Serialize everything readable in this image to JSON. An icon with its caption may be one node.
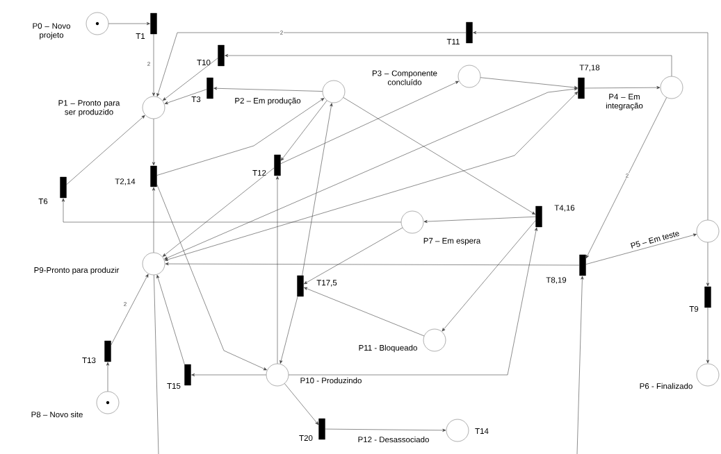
{
  "diagram": {
    "nodes": [
      {
        "text": [],
        "shape": "token",
        "beside": [
          "P0 – Novo projeto"
        ]
      },
      {
        "text": [],
        "shape": "bar",
        "beside": [
          "T1"
        ]
      },
      {
        "text": [],
        "shape": "bar",
        "beside": [
          "T11"
        ]
      },
      {
        "text": [],
        "shape": "bar",
        "beside": [
          "T10"
        ]
      },
      {
        "text": [],
        "shape": "circle",
        "beside": [
          "P3 – Componente concluído"
        ]
      },
      {
        "text": [],
        "shape": "circle",
        "beside": [
          "P4 – Em integração"
        ]
      },
      {
        "text": [],
        "shape": "bar",
        "beside": [
          "T3"
        ]
      },
      {
        "text": [],
        "shape": "bar",
        "beside": [
          "T7,18"
        ]
      },
      {
        "text": [],
        "shape": "circle",
        "beside": [
          "P2 – Em produção"
        ]
      },
      {
        "text": [],
        "shape": "circle",
        "beside": [
          "P1 – Pronto para ser produzido"
        ]
      },
      {
        "text": [],
        "shape": "bar",
        "beside": [
          "T12"
        ]
      },
      {
        "text": [],
        "shape": "bar",
        "beside": [
          "T2,14"
        ]
      },
      {
        "text": [],
        "shape": "bar",
        "beside": [
          "T6"
        ]
      },
      {
        "text": [],
        "shape": "bar",
        "beside": [
          "T4,16"
        ]
      },
      {
        "text": [],
        "shape": "circle",
        "beside": [
          "P7 – Em espera"
        ]
      },
      {
        "text": [],
        "shape": "circle",
        "beside": [
          "P5 – Em teste"
        ]
      },
      {
        "text": [],
        "shape": "circle",
        "beside": [
          "P9-Pronto para produzir"
        ]
      },
      {
        "text": [],
        "shape": "bar",
        "beside": [
          "T8,19"
        ]
      },
      {
        "text": [],
        "shape": "bar",
        "beside": [
          "T17,5"
        ]
      },
      {
        "text": [],
        "shape": "bar",
        "beside": [
          "T9"
        ]
      },
      {
        "text": [],
        "shape": "circle",
        "beside": [
          "P11 - Bloqueado"
        ]
      },
      {
        "text": [],
        "shape": "bar",
        "beside": [
          "T13"
        ]
      },
      {
        "text": [],
        "shape": "bar",
        "beside": [
          "T15"
        ]
      },
      {
        "text": [],
        "shape": "circle",
        "beside": [
          "P10 - Produzindo"
        ]
      },
      {
        "text": [],
        "shape": "circle",
        "beside": [
          "P6 - Finalizado"
        ]
      },
      {
        "text": [],
        "shape": "token",
        "beside": [
          "P8 – Novo site"
        ]
      },
      {
        "text": [],
        "shape": "bar",
        "beside": [
          "T20"
        ]
      },
      {
        "text": [],
        "shape": "circle",
        "beside": [
          "P12 - Desassociado",
          "T14"
        ]
      }
    ],
    "edges": [
      {
        "from": 0,
        "to": 1,
        "arrow": "to"
      },
      {
        "from": 1,
        "to": 9,
        "arrow": "to",
        "label": "2"
      },
      {
        "from": 2,
        "to": 9,
        "arrow": "to",
        "label": "2"
      },
      {
        "from": 3,
        "to": 9,
        "arrow": "to"
      },
      {
        "from": 6,
        "to": 9,
        "arrow": "to"
      },
      {
        "from": 8,
        "to": 6,
        "arrow": "to"
      },
      {
        "from": 5,
        "to": 3,
        "arrow": "to"
      },
      {
        "from": 15,
        "to": 2,
        "arrow": "to"
      },
      {
        "from": 9,
        "to": 11,
        "arrow": "to"
      },
      {
        "from": 11,
        "to": 8,
        "arrow": "to"
      },
      {
        "from": 12,
        "to": 9,
        "arrow": "to"
      },
      {
        "from": 14,
        "to": 12,
        "arrow": "to"
      },
      {
        "from": 8,
        "to": 10,
        "arrow": "to"
      },
      {
        "from": 10,
        "to": 4,
        "arrow": "to"
      },
      {
        "from": 4,
        "to": 7,
        "arrow": "to"
      },
      {
        "from": 7,
        "to": 5,
        "arrow": "to"
      },
      {
        "from": 8,
        "to": 13,
        "arrow": "to"
      },
      {
        "from": 13,
        "to": 14,
        "arrow": "to"
      },
      {
        "from": 13,
        "to": 20,
        "arrow": "to"
      },
      {
        "from": 20,
        "to": 18,
        "arrow": "to"
      },
      {
        "from": 14,
        "to": 18,
        "arrow": "to"
      },
      {
        "from": 18,
        "to": 23,
        "arrow": "to"
      },
      {
        "from": 18,
        "to": 8,
        "arrow": "to"
      },
      {
        "from": 23,
        "to": 10,
        "arrow": "to"
      },
      {
        "from": 16,
        "to": 11,
        "arrow": "to"
      },
      {
        "from": 11,
        "to": 23,
        "arrow": "to"
      },
      {
        "from": 10,
        "to": 16,
        "arrow": "to"
      },
      {
        "from": 16,
        "to": 7,
        "arrow": "both"
      },
      {
        "from": 16,
        "to": 7,
        "arrow": "both"
      },
      {
        "from": 17,
        "to": 16,
        "arrow": "to"
      },
      {
        "from": 5,
        "to": 17,
        "arrow": "to",
        "label": "2"
      },
      {
        "from": null,
        "to": 17,
        "arrow": "to"
      },
      {
        "from": 16,
        "to": null,
        "arrow": "none"
      },
      {
        "from": 17,
        "to": 15,
        "arrow": "to"
      },
      {
        "from": 15,
        "to": 19,
        "arrow": "to"
      },
      {
        "from": 19,
        "to": 24,
        "arrow": "to"
      },
      {
        "from": 25,
        "to": 21,
        "arrow": "to"
      },
      {
        "from": 21,
        "to": 16,
        "arrow": "to",
        "label": "2"
      },
      {
        "from": 22,
        "to": 16,
        "arrow": "to"
      },
      {
        "from": 23,
        "to": 22,
        "arrow": "to"
      },
      {
        "from": 23,
        "to": 13,
        "arrow": "to"
      },
      {
        "from": 23,
        "to": 26,
        "arrow": "to"
      },
      {
        "from": 26,
        "to": 27,
        "arrow": "to"
      }
    ]
  }
}
